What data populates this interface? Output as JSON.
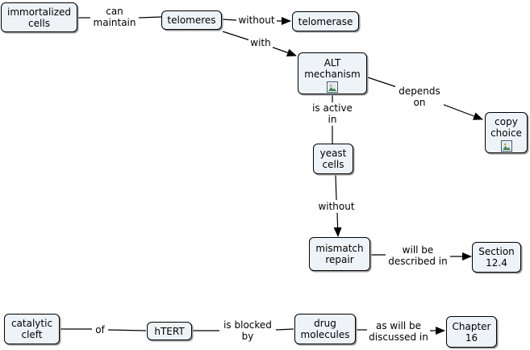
{
  "nodes": {
    "immortalized_cells": [
      "immortalized",
      "cells"
    ],
    "telomeres": [
      "telomeres"
    ],
    "telomerase": [
      "telomerase"
    ],
    "alt_mechanism": [
      "ALT",
      "mechanism"
    ],
    "copy_choice": [
      "copy",
      "choice"
    ],
    "yeast_cells": [
      "yeast",
      "cells"
    ],
    "mismatch_repair": [
      "mismatch",
      "repair"
    ],
    "section": [
      "Section",
      "12.4"
    ],
    "catalytic_cleft": [
      "catalytic",
      "cleft"
    ],
    "htert": [
      "hTERT"
    ],
    "drug_molecules": [
      "drug",
      "molecules"
    ],
    "chapter": [
      "Chapter",
      "16"
    ]
  },
  "links": {
    "can_maintain": [
      "can",
      "maintain"
    ],
    "without_1": [
      "without"
    ],
    "with": [
      "with"
    ],
    "depends_on": [
      "depends",
      "on"
    ],
    "is_active_in": [
      "is active",
      "in"
    ],
    "without_2": [
      "without"
    ],
    "will_be_described_in": [
      "will be",
      "described in"
    ],
    "of": [
      "of"
    ],
    "is_blocked_by": [
      "is blocked",
      "by"
    ],
    "as_will_be_discussed_in": [
      "as will be",
      "discussed in"
    ]
  },
  "icons": {
    "alt_mechanism": "image-resource-icon",
    "copy_choice": "image-resource-icon"
  },
  "colors": {
    "node_fill": "#eef3f7",
    "line": "#000000"
  }
}
